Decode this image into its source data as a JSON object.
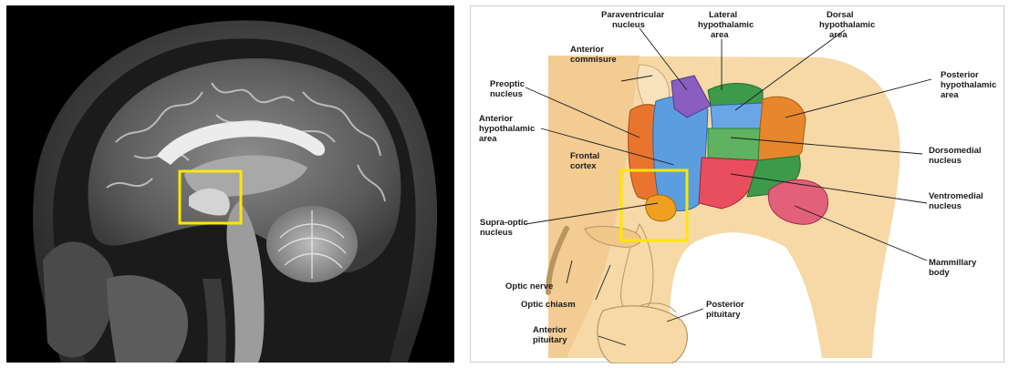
{
  "colors": {
    "highlight_box": "#ffe600",
    "preoptic": "#e8742e",
    "anterior_hypothalamic": "#5b9ee0",
    "paraventricular": "#8a5ec0",
    "lateral": "#3d9a4a",
    "dorsal": "#6aa6e6",
    "posterior": "#e8862c",
    "dorsomedial": "#5fb25f",
    "ventromedial": "#e84e5e",
    "mammillary": "#e2607a",
    "supraoptic": "#f0a020",
    "tissue": "#f6d9a6"
  },
  "labels": {
    "paraventricular_line1": "Paraventricular",
    "paraventricular_line2": "nucleus",
    "lateral_line1": "Lateral",
    "lateral_line2": "hypothalamic",
    "lateral_line3": "area",
    "dorsal_line1": "Dorsal",
    "dorsal_line2": "hypothalamic",
    "dorsal_line3": "area",
    "anterior_commissure_line1": "Anterior",
    "anterior_commissure_line2": "commisure",
    "preoptic_line1": "Preoptic",
    "preoptic_line2": "nucleus",
    "anterior_hypothalamic_line1": "Anterior",
    "anterior_hypothalamic_line2": "hypothalamic",
    "anterior_hypothalamic_line3": "area",
    "frontal_cortex_line1": "Frontal",
    "frontal_cortex_line2": "cortex",
    "posterior_line1": "Posterior",
    "posterior_line2": "hypothalamic",
    "posterior_line3": "area",
    "dorsomedial_line1": "Dorsomedial",
    "dorsomedial_line2": "nucleus",
    "ventromedial_line1": "Ventromedial",
    "ventromedial_line2": "nucleus",
    "supraoptic_line1": "Supra-optic",
    "supraoptic_line2": "nucleus",
    "mammillary_line1": "Mammillary",
    "mammillary_line2": "body",
    "optic_nerve": "Optic nerve",
    "optic_chiasm": "Optic chiasm",
    "posterior_pituitary_line1": "Posterior",
    "posterior_pituitary_line2": "pituitary",
    "anterior_pituitary_line1": "Anterior",
    "anterior_pituitary_line2": "pituitary"
  }
}
